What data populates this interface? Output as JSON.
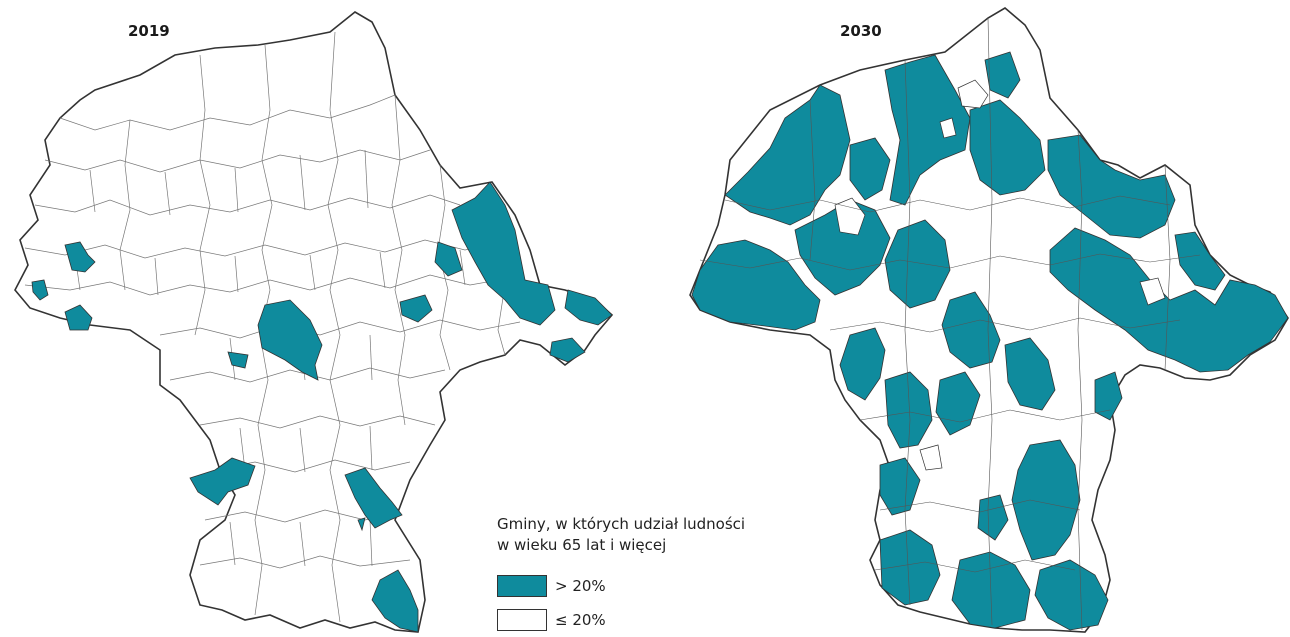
{
  "maps": [
    {
      "title": "2019"
    },
    {
      "title": "2030"
    }
  ],
  "legend": {
    "title_line1": "Gminy, w których udział ludności",
    "title_line2": "w wieku 65 lat i więcej",
    "items": [
      {
        "label": "> 20%",
        "color": "#0f8b9d"
      },
      {
        "label": "≤ 20%",
        "color": "#ffffff"
      }
    ]
  },
  "colors": {
    "high": "#0f8b9d",
    "low": "#ffffff",
    "border": "#333333"
  }
}
